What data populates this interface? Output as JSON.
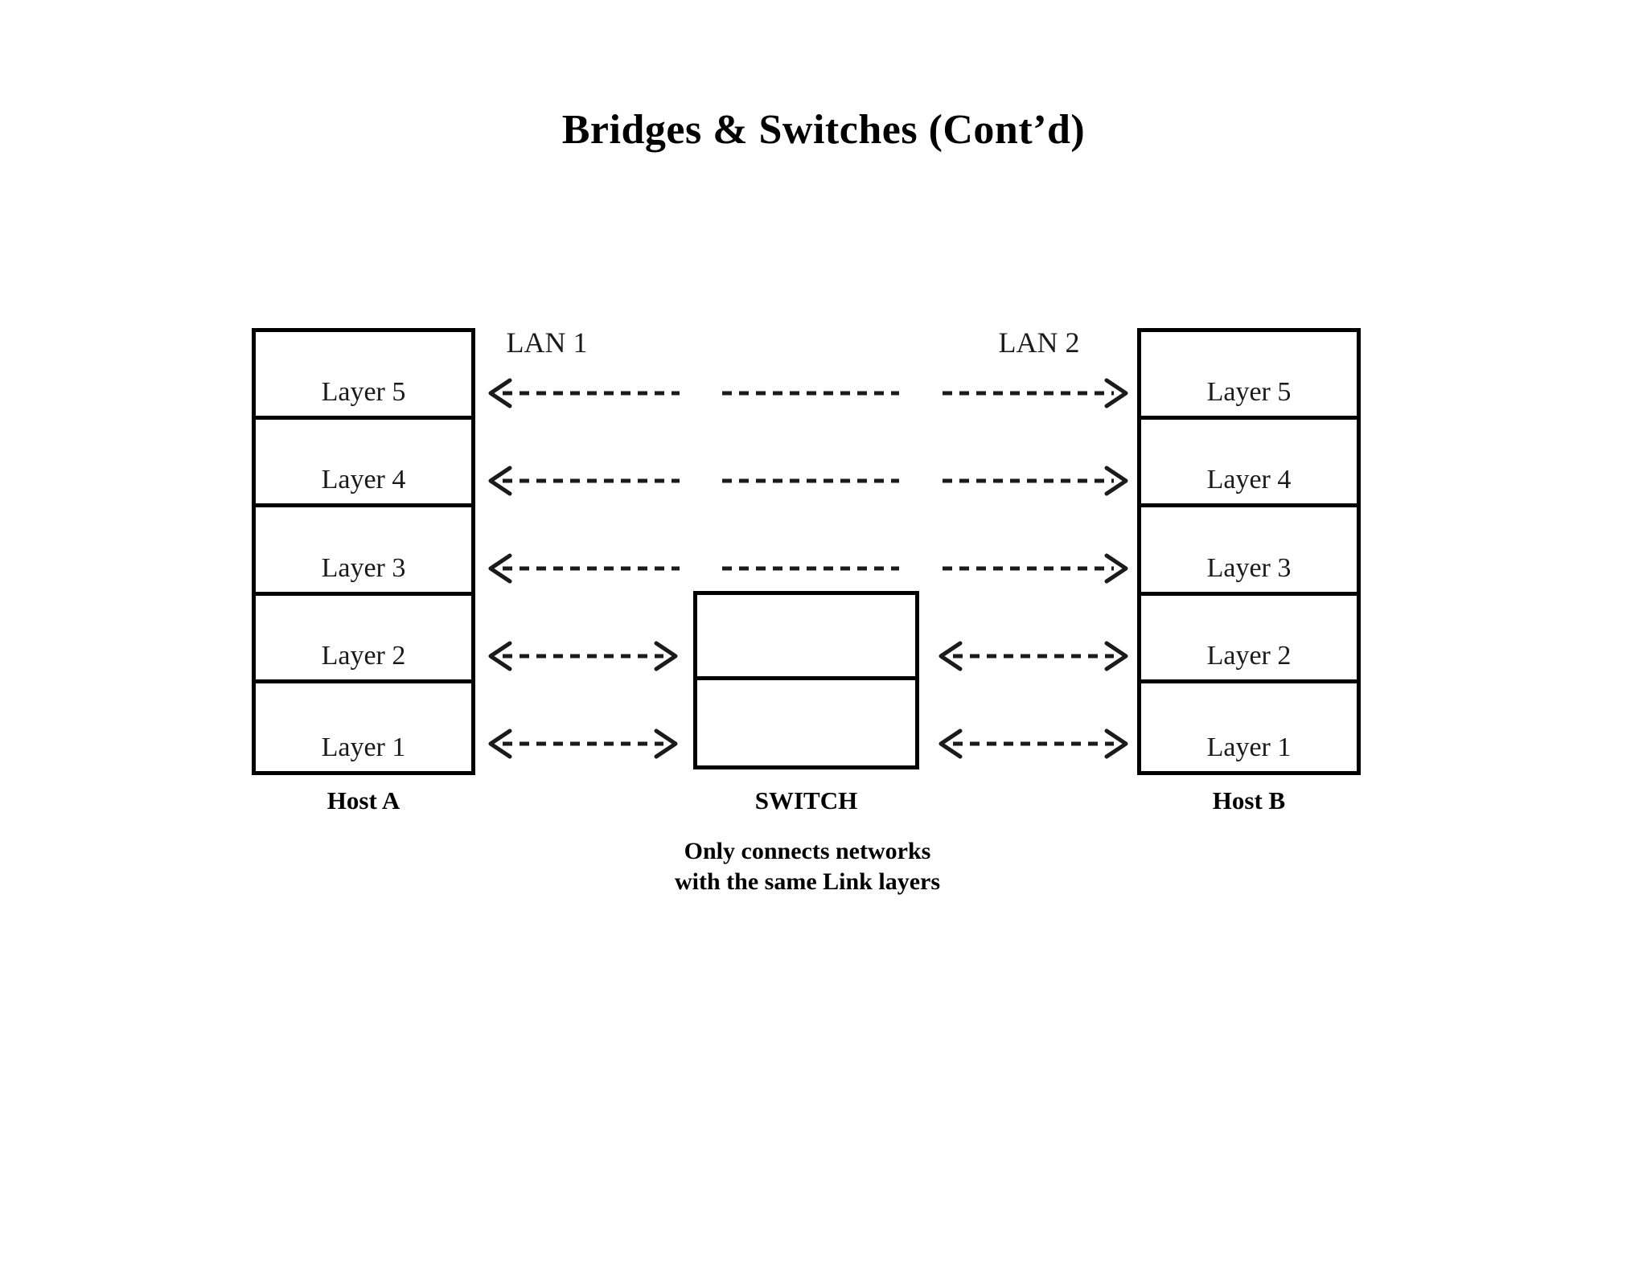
{
  "slide": {
    "title": "Bridges & Switches (Cont’d)"
  },
  "diagram": {
    "host_a": {
      "caption": "Host A",
      "layers": [
        {
          "label": "Layer 5"
        },
        {
          "label": "Layer 4"
        },
        {
          "label": "Layer 3"
        },
        {
          "label": "Layer 2"
        },
        {
          "label": "Layer 1"
        }
      ]
    },
    "host_b": {
      "caption": "Host B",
      "layers": [
        {
          "label": "Layer 5"
        },
        {
          "label": "Layer 4"
        },
        {
          "label": "Layer 3"
        },
        {
          "label": "Layer 2"
        },
        {
          "label": "Layer 1"
        }
      ]
    },
    "switch": {
      "caption": "SWITCH",
      "cells": [
        {
          "label": ""
        },
        {
          "label": ""
        }
      ],
      "note_line1": "Only connects networks",
      "note_line2": "with the same Link layers"
    },
    "links": {
      "lan1_label": "LAN 1",
      "lan2_label": "LAN 2"
    },
    "colors": {
      "border": "#000000",
      "arrow": "#1b1b1b",
      "text": "#1a1a1a",
      "background": "#ffffff"
    }
  }
}
